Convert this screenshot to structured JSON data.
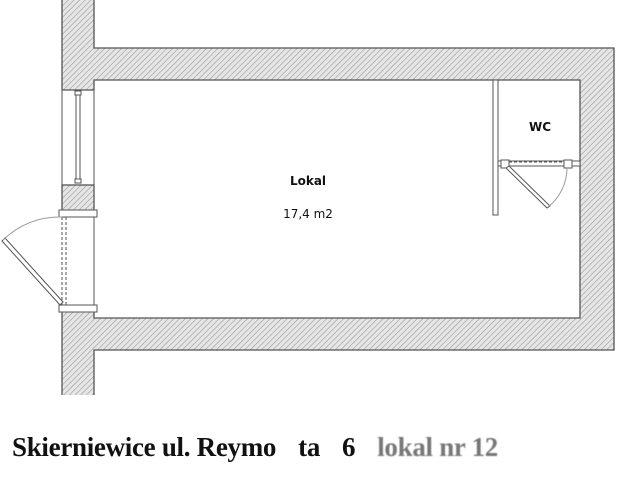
{
  "plan": {
    "rooms": [
      {
        "name": "Lokal",
        "area": "17,4 m2"
      },
      {
        "name": "WC"
      }
    ]
  },
  "caption": {
    "part1": "Skierniewice ul. Reymo",
    "part2": "ta",
    "part3": "6",
    "part4": "lokal nr 12"
  },
  "colors": {
    "wall_line": "#555555",
    "hatch": "#9a9a9a"
  }
}
